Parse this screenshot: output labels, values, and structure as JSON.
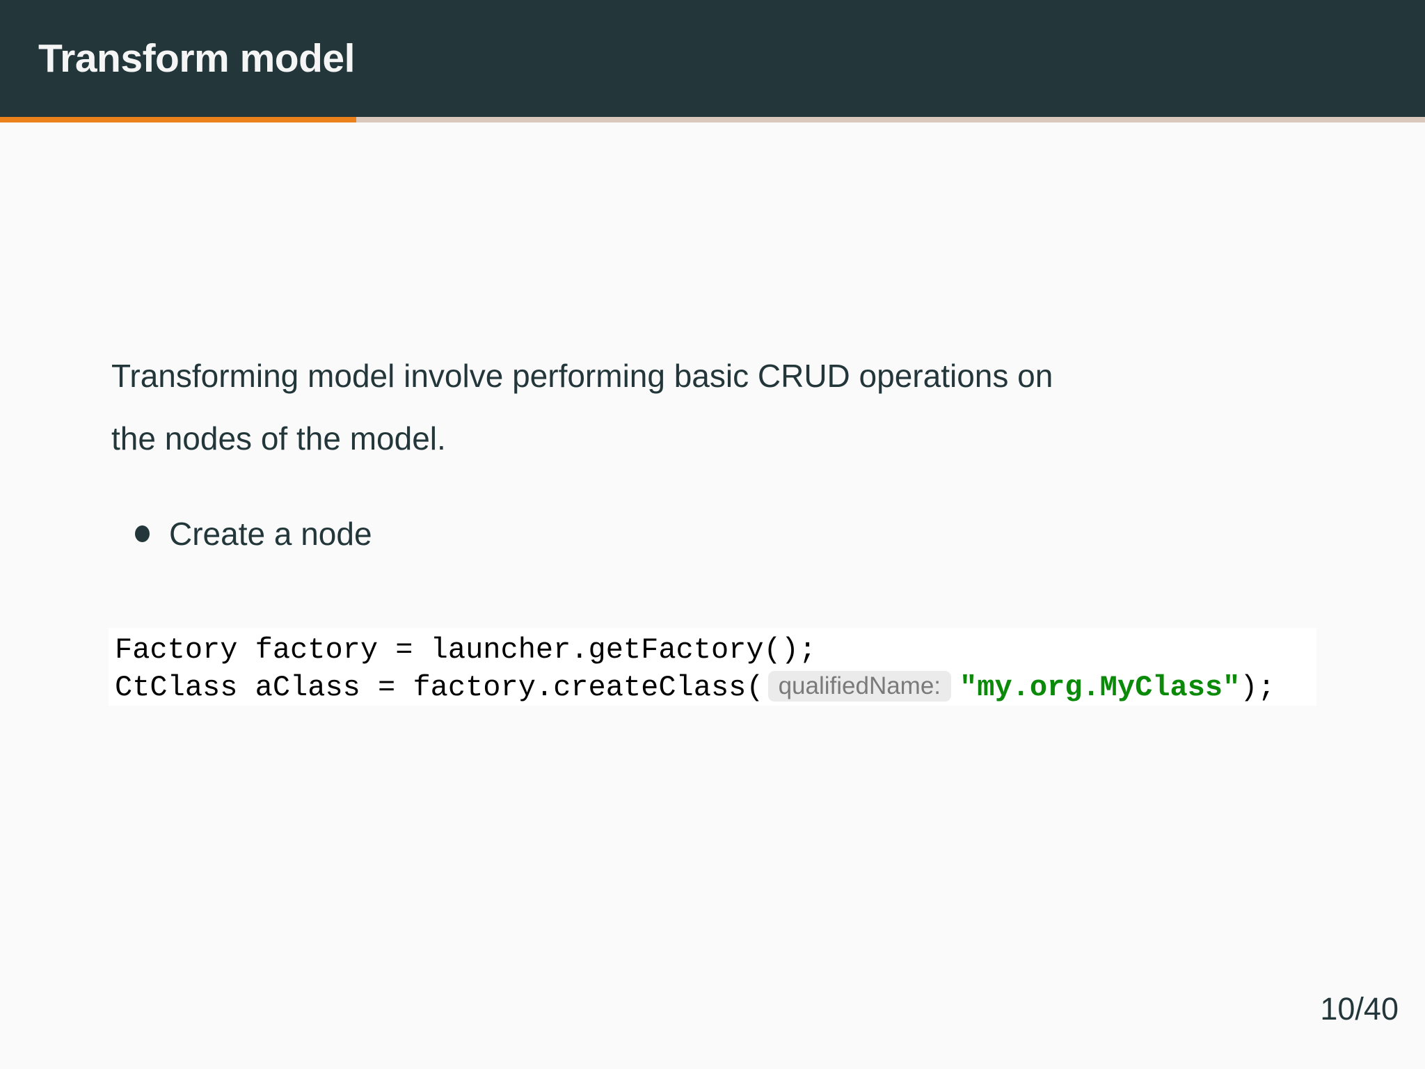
{
  "slide": {
    "title": "Transform model",
    "body": {
      "paragraph_lines": [
        "Transforming model involve performing basic CRUD operations on",
        "the nodes of the model."
      ],
      "bullets": [
        {
          "label": "Create a node"
        }
      ]
    },
    "code": {
      "line1": "Factory factory = launcher.getFactory();",
      "line2_before_hint": "CtClass aClass = factory.createClass(",
      "inlay_hint": "qualifiedName:",
      "string_literal": "\"my.org.MyClass\"",
      "line2_after_string": ");"
    },
    "footer": {
      "page_number": "10/40"
    },
    "progress": {
      "current_slide": 10,
      "total_slides": 40,
      "percent_complete": 25
    },
    "colors": {
      "header_bg": "#23373b",
      "accent_orange": "#eb811b",
      "progress_track": "#d9c8bb",
      "slide_bg": "#fafafa",
      "body_text": "#23373b",
      "title_text": "#f5f5f5",
      "code_bg": "#ffffff",
      "code_text": "#000000",
      "string_green": "#0a8a08",
      "inlay_text": "#7a7a7a",
      "inlay_bg": "#ebebeb"
    }
  }
}
